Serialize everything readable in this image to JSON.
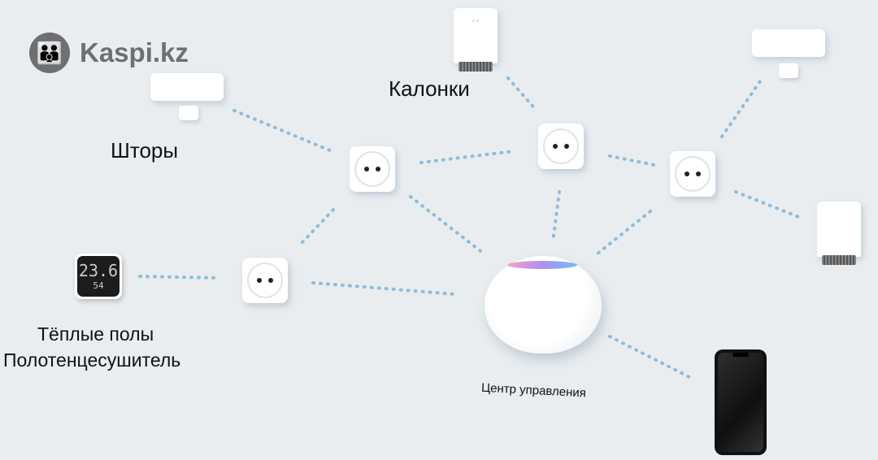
{
  "watermark": {
    "text": "Kaspi.kz"
  },
  "labels": {
    "curtains": "Шторы",
    "speakers": "Калонки",
    "floors_line1": "Тёплые полы",
    "floors_line2": "Полотенцесушитель",
    "hub": "Центр управления"
  },
  "sensor": {
    "temperature": "23.6",
    "humidity": "54"
  },
  "thermostat": {
    "marks": "ˇ  ˆ"
  }
}
